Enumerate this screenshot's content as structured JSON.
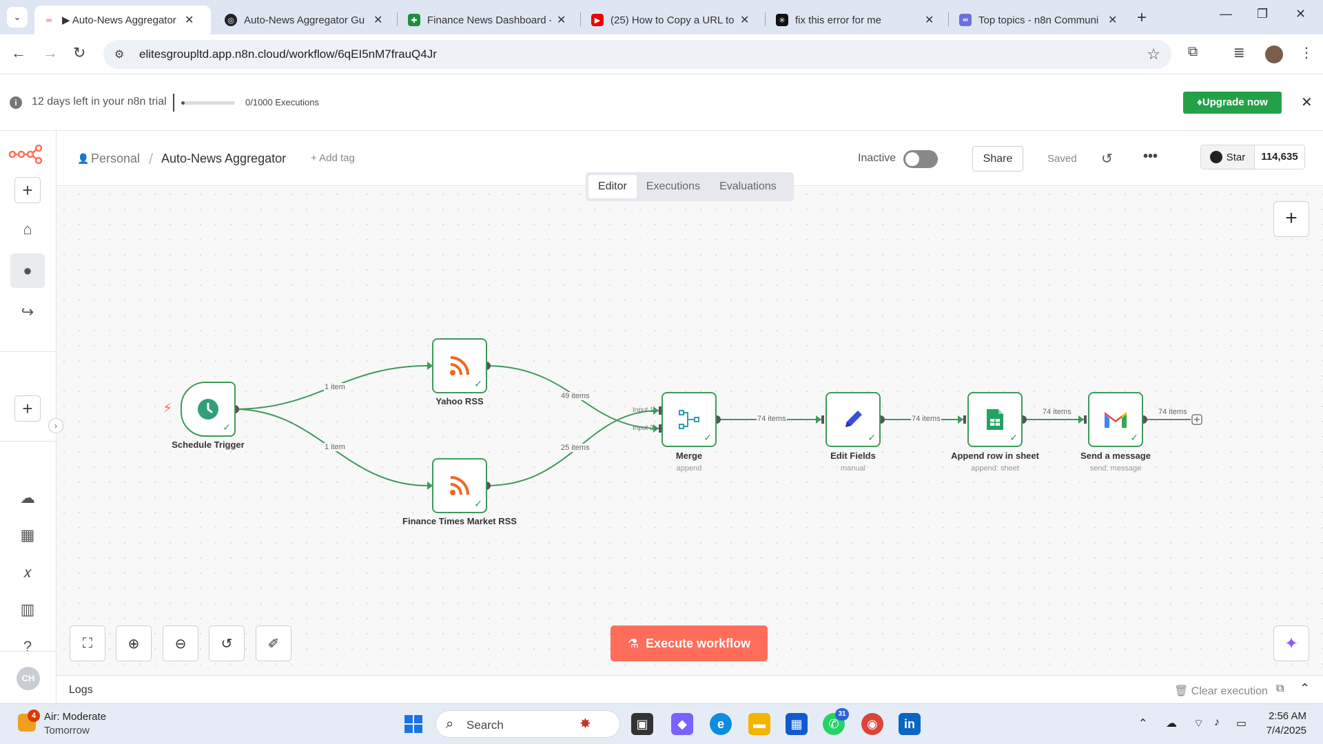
{
  "browser": {
    "tabs": [
      {
        "title": "▶ Auto-News Aggregator",
        "active": true,
        "icon": "n8n-icon"
      },
      {
        "title": "Auto-News Aggregator Gu",
        "active": false,
        "icon": "openai-icon"
      },
      {
        "title": "Finance News Dashboard -",
        "active": false,
        "icon": "sheets-icon"
      },
      {
        "title": "(25) How to Copy a URL to",
        "active": false,
        "icon": "youtube-icon"
      },
      {
        "title": "fix this error for me",
        "active": false,
        "icon": "perplexity-icon"
      },
      {
        "title": "Top topics - n8n Communi",
        "active": false,
        "icon": "n8n-community-icon"
      }
    ],
    "url": "elitesgroupltd.app.n8n.cloud/workflow/6qEI5nM7frauQ4Jr"
  },
  "trial": {
    "days_left": "12 days left in your n8n trial",
    "executions": "0/1000 Executions",
    "executions_progress": 0.0,
    "upgrade_label": "Upgrade now"
  },
  "header": {
    "breadcrumb_project": "Personal",
    "workflow_name": "Auto-News Aggregator",
    "add_tag": "+ Add tag",
    "status": "Inactive",
    "share": "Share",
    "saved": "Saved",
    "github_star": "Star",
    "github_count": "114,635"
  },
  "view_tabs": [
    "Editor",
    "Executions",
    "Evaluations"
  ],
  "nodes": {
    "schedule": {
      "label": "Schedule Trigger",
      "sub": ""
    },
    "yahoo": {
      "label": "Yahoo RSS",
      "sub": ""
    },
    "ft": {
      "label": "Finance Times Market RSS",
      "sub": ""
    },
    "merge": {
      "label": "Merge",
      "sub": "append"
    },
    "edit": {
      "label": "Edit Fields",
      "sub": "manual"
    },
    "append": {
      "label": "Append row in sheet",
      "sub": "append: sheet"
    },
    "gmail": {
      "label": "Send a message",
      "sub": "send: message"
    }
  },
  "edges": {
    "sched_yahoo": "1 item",
    "sched_ft": "1 item",
    "yahoo_merge": "49 items",
    "ft_merge": "25 items",
    "merge_edit": "74 items",
    "edit_append": "74 items",
    "append_gmail": "74 items",
    "gmail_out": "74 items"
  },
  "merge_inputs": [
    "Input 1",
    "Input 2"
  ],
  "execute_label": "Execute workflow",
  "logs": {
    "title": "Logs",
    "clear": "Clear execution"
  },
  "sidebar": {
    "avatar": "CH"
  },
  "taskbar": {
    "weather_title": "Air: Moderate",
    "weather_sub": "Tomorrow",
    "weather_badge": "4",
    "search": "Search",
    "whatsapp_badge": "31",
    "time": "2:56 AM",
    "date": "7/4/2025"
  },
  "colors": {
    "n8n_brand": "#ff6d5a",
    "upgrade": "#24a148",
    "node_success": "#3d9a5a"
  }
}
